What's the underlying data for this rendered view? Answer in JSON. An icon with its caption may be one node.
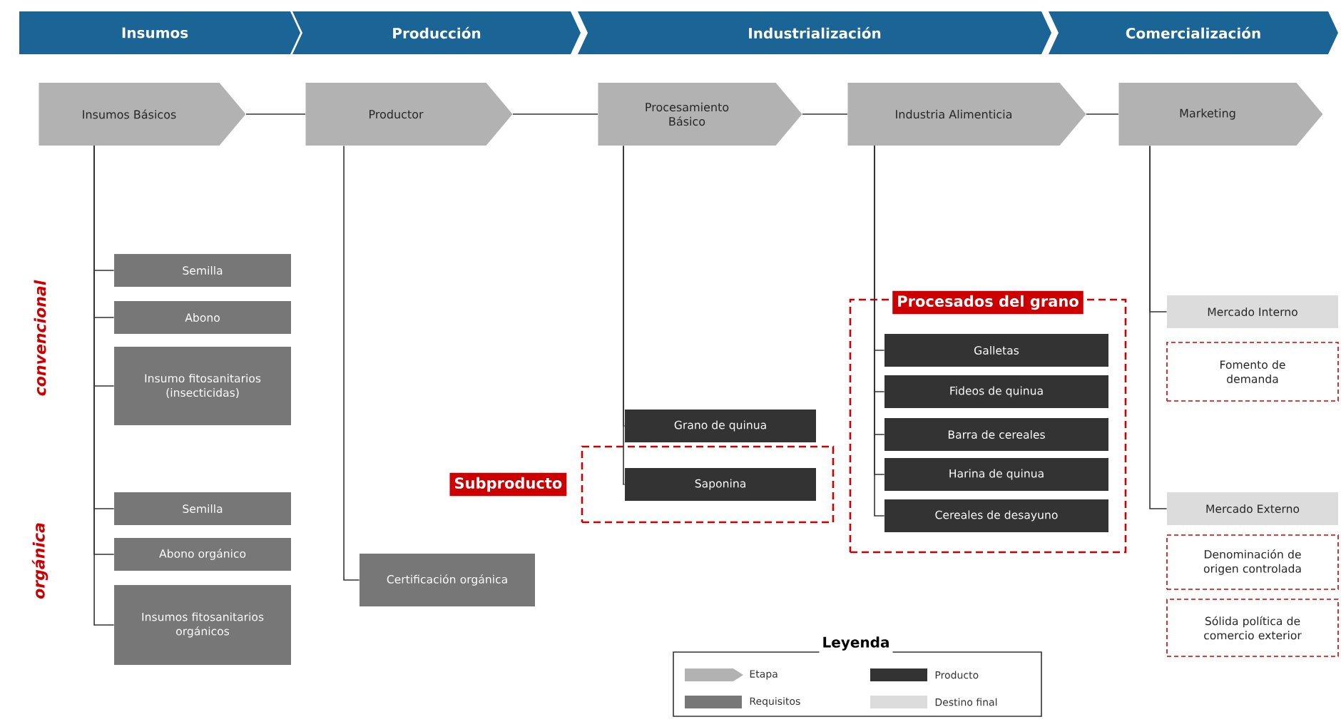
{
  "diagram": {
    "nodes": [
      {
        "text": [
          "Insumos"
        ]
      },
      {
        "text": [
          "Producción"
        ]
      },
      {
        "text": [
          "Industrialización"
        ]
      },
      {
        "text": [
          "Comercialización"
        ]
      },
      {
        "text": [
          "Insumos Básicos"
        ]
      },
      {
        "text": [
          "Productor"
        ]
      },
      {
        "text": [
          "Procesamiento Básico"
        ]
      },
      {
        "text": [
          "Industria Alimenticia"
        ]
      },
      {
        "text": [
          "Marketing"
        ]
      },
      {
        "text": [
          "Semilla"
        ]
      },
      {
        "text": [
          "Abono"
        ]
      },
      {
        "text": [
          "Insumo fitosanitarios (insecticidas)"
        ]
      },
      {
        "text": [
          "Semilla"
        ]
      },
      {
        "text": [
          "Abono orgánico"
        ]
      },
      {
        "text": [
          "Insumos fitosanitarios orgánicos"
        ]
      },
      {
        "text": [
          "Certificación orgánica"
        ]
      },
      {
        "text": [
          "Grano de quinua"
        ]
      },
      {
        "text": [
          "Subproducto"
        ]
      },
      {
        "text": [
          "Saponina"
        ],
        "in": 17
      },
      {
        "text": [
          "Procesados del grano"
        ]
      },
      {
        "text": [
          "Galletas"
        ],
        "in": 19
      },
      {
        "text": [
          "Fideos de quinua"
        ],
        "in": 19
      },
      {
        "text": [
          "Barra de cereales"
        ],
        "in": 19
      },
      {
        "text": [
          "Harina de quinua"
        ],
        "in": 19
      },
      {
        "text": [
          "Cereales de desayuno"
        ],
        "in": 19
      },
      {
        "text": [
          "Mercado Interno"
        ]
      },
      {
        "text": [
          "Fomento de demanda"
        ]
      },
      {
        "text": [
          "Mercado Externo"
        ]
      },
      {
        "text": [
          "Denominación de origen controlada"
        ]
      },
      {
        "text": [
          "Sólida política de comercio exterior"
        ]
      }
    ],
    "edges": [
      {
        "from": 4,
        "to": 5,
        "arrow": "none"
      },
      {
        "from": 5,
        "to": 6,
        "arrow": "none"
      },
      {
        "from": 6,
        "to": 7,
        "arrow": "none"
      },
      {
        "from": 7,
        "to": 8,
        "arrow": "none"
      },
      {
        "from": 4,
        "to": 9,
        "arrow": "none"
      },
      {
        "from": 4,
        "to": 10,
        "arrow": "none"
      },
      {
        "from": 4,
        "to": 11,
        "arrow": "none"
      },
      {
        "from": 4,
        "to": 12,
        "arrow": "none"
      },
      {
        "from": 4,
        "to": 13,
        "arrow": "none"
      },
      {
        "from": 4,
        "to": 14,
        "arrow": "none"
      },
      {
        "from": 5,
        "to": 15,
        "arrow": "none"
      },
      {
        "from": 6,
        "to": 16,
        "arrow": "none"
      },
      {
        "from": 6,
        "to": 18,
        "arrow": "none"
      },
      {
        "from": 7,
        "to": 20,
        "arrow": "none"
      },
      {
        "from": 7,
        "to": 21,
        "arrow": "none"
      },
      {
        "from": 7,
        "to": 22,
        "arrow": "none"
      },
      {
        "from": 7,
        "to": 23,
        "arrow": "none"
      },
      {
        "from": 7,
        "to": 24,
        "arrow": "none"
      },
      {
        "from": 8,
        "to": 25,
        "arrow": "none"
      },
      {
        "from": 8,
        "to": 27,
        "arrow": "none"
      }
    ],
    "labels": [
      "convencional",
      "orgánica",
      "Leyenda"
    ],
    "legend": [
      {
        "text": "Etapa"
      },
      {
        "text": "Requisitos",
        "color": "#777777"
      },
      {
        "text": "Producto",
        "color": "#333333"
      },
      {
        "text": "Destino final",
        "color": "#dcdcdc"
      }
    ]
  }
}
